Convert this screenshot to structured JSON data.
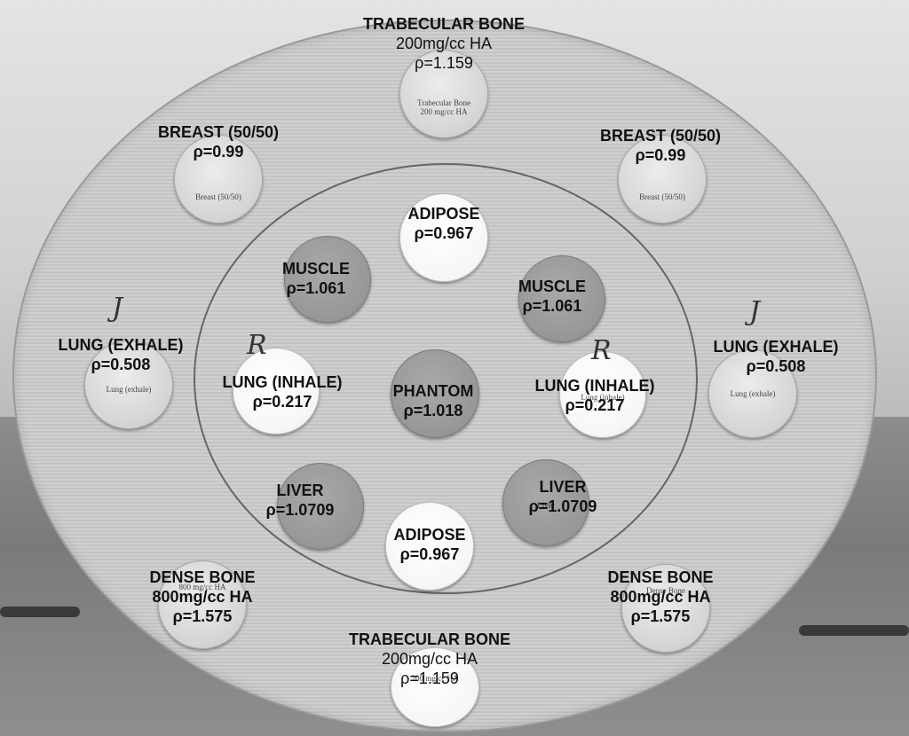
{
  "inserts": {
    "top_trabecular": {
      "name": "TRABECULAR BONE",
      "concentration": "200mg/cc HA",
      "density": "ρ=1.159",
      "insert_text_1": "Trabecular Bone",
      "insert_text_2": "200 mg/cc HA"
    },
    "breast_left": {
      "name": "BREAST (50/50)",
      "density": "ρ=0.99",
      "insert_text": "Breast (50/50)"
    },
    "breast_right": {
      "name": "BREAST (50/50)",
      "density": "ρ=0.99",
      "insert_text": "Breast (50/50)"
    },
    "adipose_top": {
      "name": "ADIPOSE",
      "density": "ρ=0.967"
    },
    "muscle_left": {
      "name": "MUSCLE",
      "density": "ρ=1.061"
    },
    "muscle_right": {
      "name": "MUSCLE",
      "density": "ρ=1.061"
    },
    "lung_exhale_left": {
      "name": "LUNG (EXHALE)",
      "density": "ρ=0.508",
      "insert_text": "Lung (exhale)"
    },
    "lung_exhale_right": {
      "name": "LUNG (EXHALE)",
      "density": "ρ=0.508",
      "insert_text": "Lung (exhale)"
    },
    "lung_inhale_left": {
      "name": "LUNG (INHALE)",
      "density": "ρ=0.217"
    },
    "lung_inhale_right": {
      "name": "LUNG (INHALE)",
      "density": "ρ=0.217",
      "insert_text": "Lung (inhale)"
    },
    "phantom_center": {
      "name": "PHANTOM",
      "density": "ρ=1.018"
    },
    "liver_left": {
      "name": "LIVER",
      "density": "ρ=1.0709"
    },
    "liver_right": {
      "name": "LIVER",
      "density": "ρ=1.0709",
      "insert_text": "Liver"
    },
    "adipose_bottom": {
      "name": "ADIPOSE",
      "density": "ρ=0.967"
    },
    "dense_left": {
      "name": "DENSE BONE",
      "concentration": "800mg/cc HA",
      "density": "ρ=1.575",
      "insert_text": "800 mg/cc HA"
    },
    "dense_right": {
      "name": "DENSE BONE",
      "concentration": "800mg/cc HA",
      "density": "ρ=1.575",
      "insert_text": "Dense Bone"
    },
    "bottom_trabecular": {
      "name": "TRABECULAR BONE",
      "concentration": "200mg/cc HA",
      "density": "ρ=1.159",
      "insert_text": "200 mg/cc HA"
    }
  },
  "handwritten": {
    "mark_j": "J",
    "mark_r": "R"
  },
  "colors": {
    "phantom_body": "#cccccc",
    "insert_light": "#d4d4d4",
    "insert_dark": "#979797",
    "label_text": "#111111"
  }
}
